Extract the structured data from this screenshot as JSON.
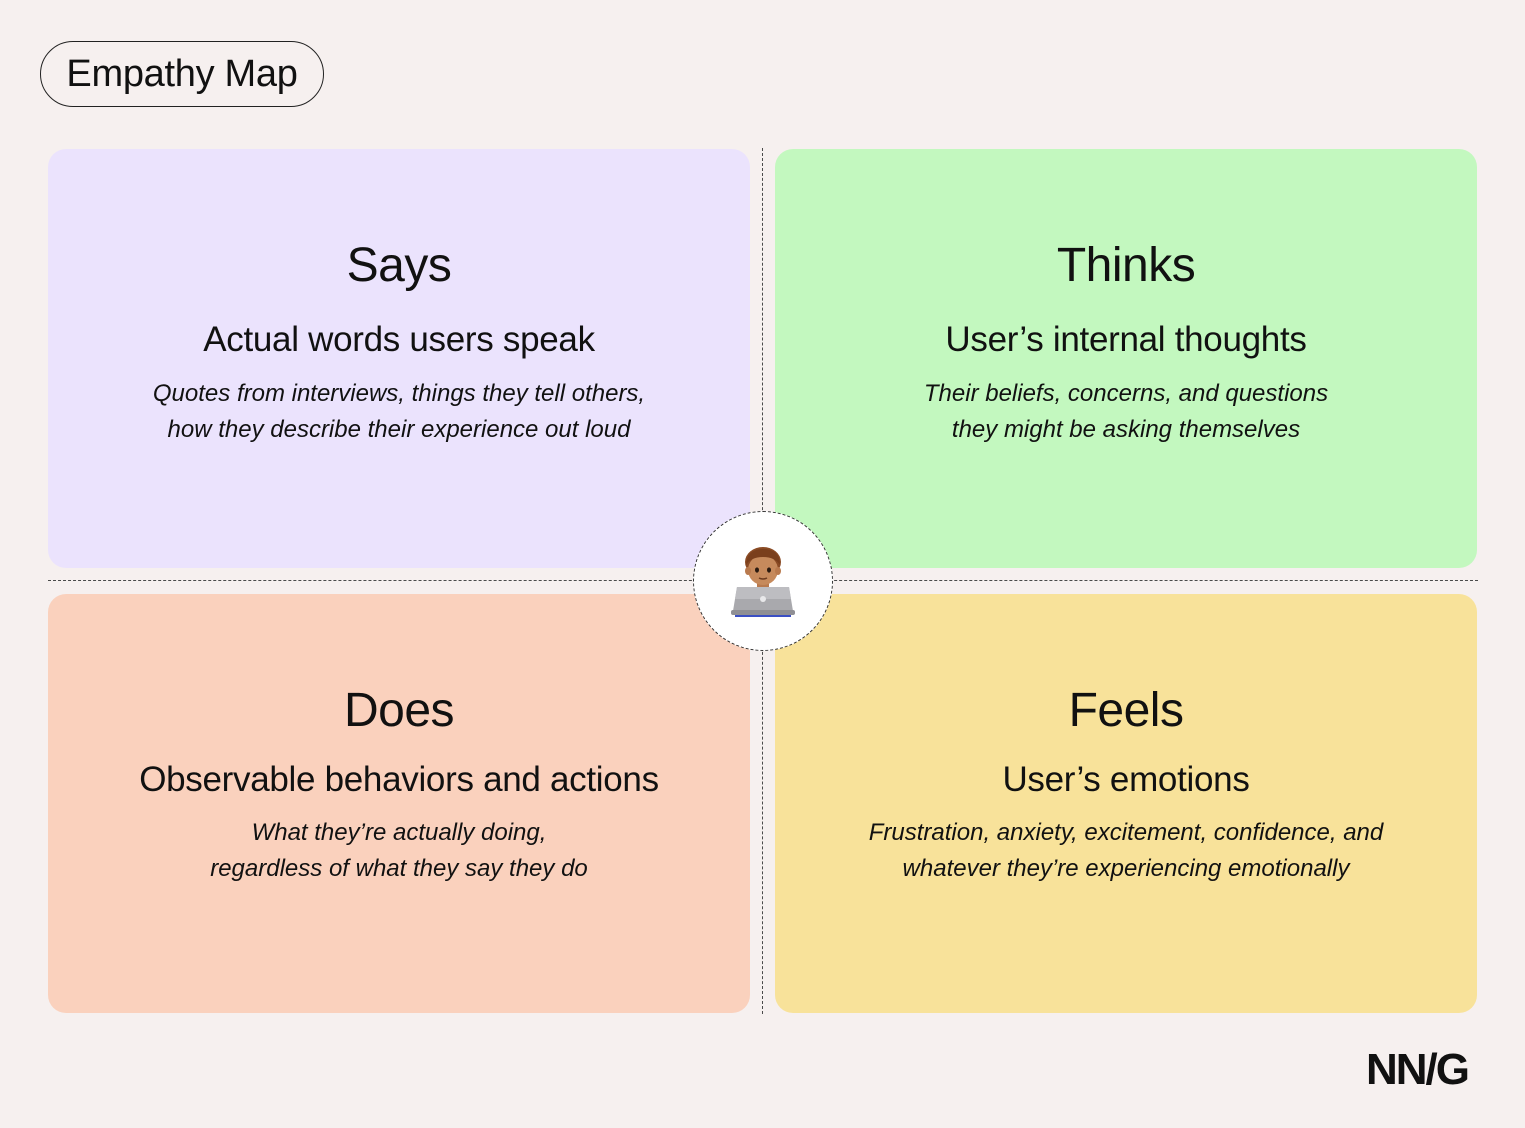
{
  "title": "Empathy Map",
  "quadrants": [
    {
      "id": "says",
      "title": "Says",
      "subtitle": "Actual words users speak",
      "description": [
        "Quotes from interviews, things they tell others,",
        "how they describe their experience out loud"
      ],
      "color": "#ebe3fd"
    },
    {
      "id": "thinks",
      "title": "Thinks",
      "subtitle": "User’s internal thoughts",
      "description": [
        "Their beliefs, concerns, and questions",
        "they might be asking themselves"
      ],
      "color": "#c3f8bf"
    },
    {
      "id": "does",
      "title": "Does",
      "subtitle": "Observable behaviors and actions",
      "description": [
        "What they’re actually doing,",
        "regardless of what they say they do"
      ],
      "color": "#fad1bd"
    },
    {
      "id": "feels",
      "title": "Feels",
      "subtitle": "User’s emotions",
      "description": [
        "Frustration, anxiety, excitement, confidence, and",
        "whatever they’re experiencing emotionally"
      ],
      "color": "#f8e29a"
    }
  ],
  "center_icon": "person-at-laptop-icon",
  "logo": "NN/G"
}
